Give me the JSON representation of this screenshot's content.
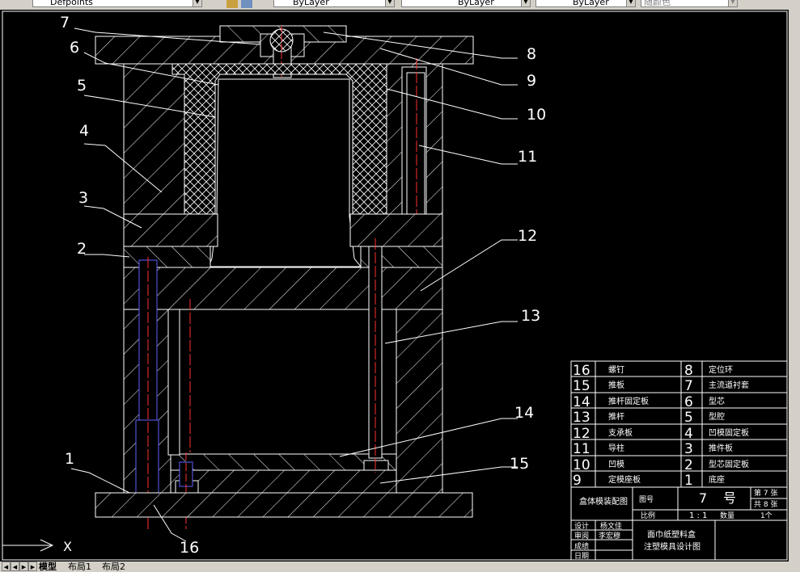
{
  "toolbar": {
    "layer_value": "Defpoints",
    "color_value": "ByLayer",
    "linetype_value": "ByLayer",
    "lineweight_value": "ByLayer",
    "plotstyle_value": "随颜色"
  },
  "callouts": [
    "1",
    "2",
    "3",
    "4",
    "5",
    "6",
    "7",
    "8",
    "9",
    "10",
    "11",
    "12",
    "13",
    "14",
    "15",
    "16"
  ],
  "ucs": {
    "x_label": "X"
  },
  "bom": [
    {
      "left_no": "16",
      "left_name": "螺钉",
      "right_no": "8",
      "right_name": "定位环"
    },
    {
      "left_no": "15",
      "left_name": "推板",
      "right_no": "7",
      "right_name": "主流道衬套"
    },
    {
      "left_no": "14",
      "left_name": "推杆固定板",
      "right_no": "6",
      "right_name": "型芯"
    },
    {
      "left_no": "13",
      "left_name": "推杆",
      "right_no": "5",
      "right_name": "型腔"
    },
    {
      "left_no": "12",
      "left_name": "支承板",
      "right_no": "4",
      "right_name": "凹模固定板"
    },
    {
      "left_no": "11",
      "left_name": "导柱",
      "right_no": "3",
      "right_name": "推件板"
    },
    {
      "left_no": "10",
      "left_name": "凹模",
      "right_no": "2",
      "right_name": "型芯固定板"
    },
    {
      "left_no": "9",
      "left_name": "定模座板",
      "right_no": "1",
      "right_name": "底座"
    }
  ],
  "titleblock": {
    "drawing_name": "盒体模装配图",
    "fig_no_label": "图号",
    "fig_no_value": "7",
    "fig_no_unit": "号",
    "sheet_no": "第 7 张",
    "sheet_total": "共 8 张",
    "scale_label": "比例",
    "scale_value": "1 : 1",
    "qty_label": "数量",
    "qty_value": "1个",
    "design_label": "设计",
    "design_value": "杨文佳",
    "review_label": "审阅",
    "review_value": "李宏穆",
    "grade_label": "成绩",
    "date_label": "日期",
    "project_line1": "面巾纸塑料盒",
    "project_line2": "注塑模具设计图"
  },
  "tabs": [
    "模型",
    "布局1",
    "布局2"
  ]
}
